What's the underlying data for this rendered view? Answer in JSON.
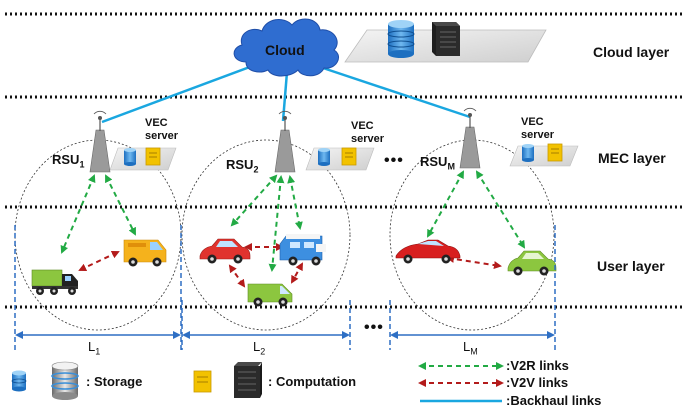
{
  "layers": {
    "cloud": "Cloud layer",
    "mec": "MEC layer",
    "user": "User layer"
  },
  "cloud": {
    "label": "Cloud"
  },
  "rsus": [
    {
      "name": "RSU",
      "sub": "1",
      "server": [
        "VEC",
        "server"
      ]
    },
    {
      "name": "RSU",
      "sub": "2",
      "server": [
        "VEC",
        "server"
      ]
    },
    {
      "name": "RSU",
      "sub": "M",
      "server": [
        "VEC",
        "server"
      ]
    }
  ],
  "ellipsis": "•••",
  "coverage": [
    {
      "name": "L",
      "sub": "1"
    },
    {
      "name": "L",
      "sub": "2"
    },
    {
      "name": "L",
      "sub": "M"
    }
  ],
  "legend": {
    "storage": ": Storage",
    "computation": ": Computation",
    "v2r": ":V2R links",
    "v2v": ":V2V links",
    "backhaul": ":Backhaul links"
  },
  "colors": {
    "v2r": "#22aa44",
    "v2v": "#b31b1b",
    "backhaul": "#1aa7e0",
    "cloud": "#2f6dd0",
    "storage": "#3a8fd8",
    "computation": "#f2c200",
    "dimension": "#2e6fc4"
  }
}
